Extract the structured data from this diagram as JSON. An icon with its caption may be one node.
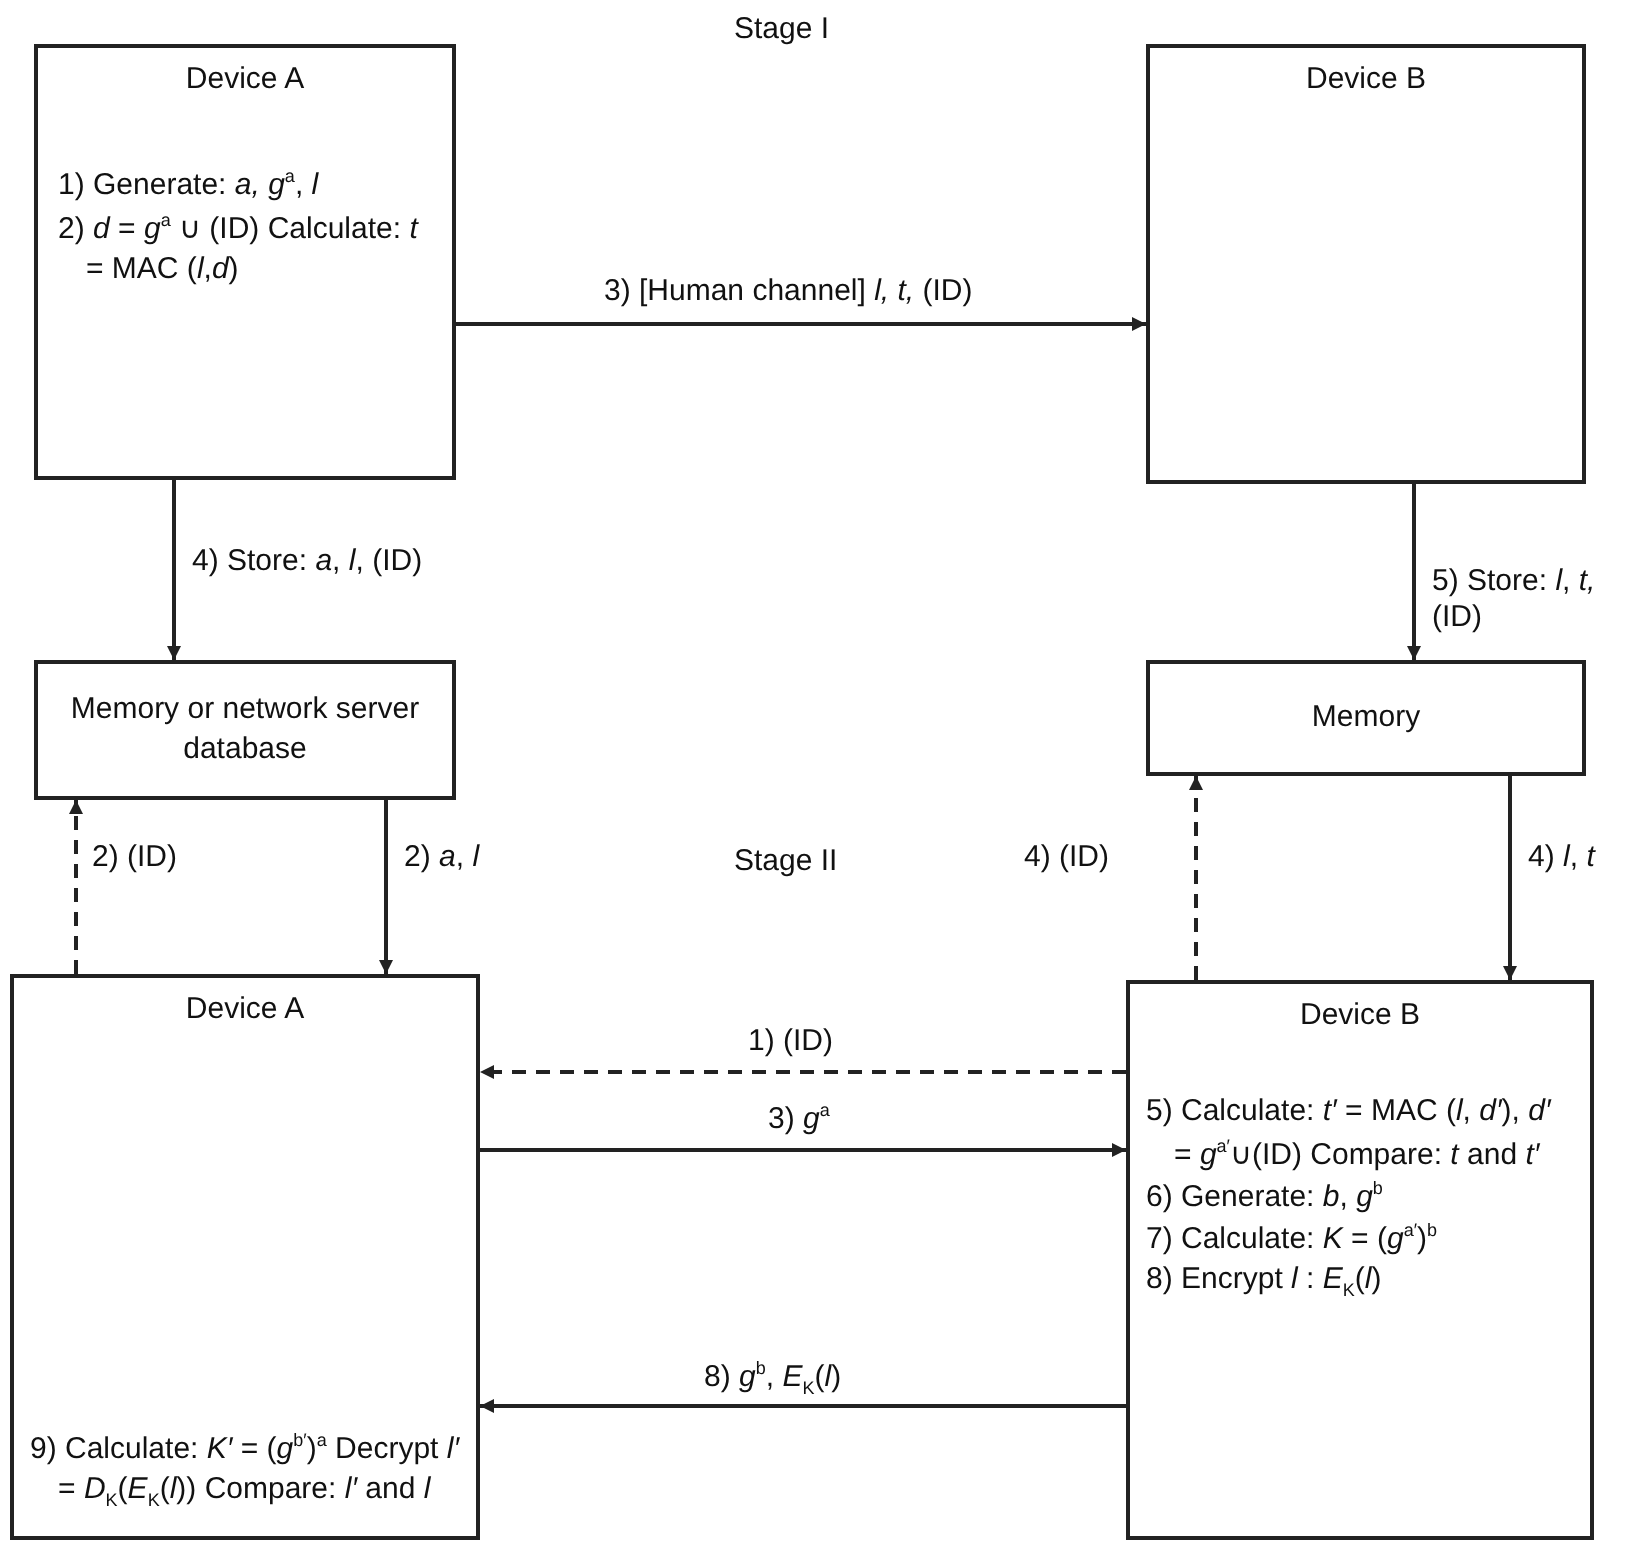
{
  "diagram": {
    "nodes": [
      {
        "text": [
          "Device A",
          "1) Generate: *a, g*$^{a}$, *l*",
          "2) *d* = *g*$^{a}$ ∪ (ID) Calculate: *t* = MAC (*l*,*d*)"
        ]
      },
      {
        "text": [
          "Device B"
        ]
      },
      {
        "text": [
          "Memory or network server database"
        ]
      },
      {
        "text": [
          "Memory"
        ]
      },
      {
        "text": [
          "Device A",
          "9) Calculate: *K′* = (*g*$^{b′}$)$^{a}$ Decrypt *l′* = *D*$_{K}$(*E*$_{K}$(*l*)) Compare: *l′* and *l*"
        ]
      },
      {
        "text": [
          "Device B",
          "5) Calculate: *t′* = MAC (*l*, *d′*), *d′* = *g*$^{a′}$∪(ID) Compare: *t* and *t′*",
          "6) Generate: *b*, *g*$^{b}$",
          "7) Calculate: *K* = (*g*$^{a′}$)$^{b}$",
          "8) Encrypt *l* : *E*$_{K}$(*l*)"
        ]
      }
    ],
    "edges": [
      {
        "from": 0,
        "to": 1,
        "arrow": "to",
        "label": "3) [Human channel] *l, t,* (ID)"
      },
      {
        "from": 0,
        "to": 2,
        "arrow": "to",
        "label": "4) Store: *a*, *l*, (ID)"
      },
      {
        "from": 1,
        "to": 3,
        "arrow": "to",
        "label": "5) Store: *l*, *t,* (ID)"
      },
      {
        "from": 4,
        "to": 2,
        "arrow": "to",
        "label": "2) (ID)",
        "style": "dashed"
      },
      {
        "from": 2,
        "to": 4,
        "arrow": "to",
        "label": "2) *a*, *l*"
      },
      {
        "from": 5,
        "to": 3,
        "arrow": "to",
        "label": "4) (ID)",
        "style": "dashed"
      },
      {
        "from": 3,
        "to": 5,
        "arrow": "to",
        "label": "4) *l*, *t*"
      },
      {
        "from": 5,
        "to": 4,
        "arrow": "to",
        "label": "1) (ID)",
        "style": "dashed"
      },
      {
        "from": 4,
        "to": 5,
        "arrow": "to",
        "label": "3) *g*$^{a}$"
      },
      {
        "from": 5,
        "to": 4,
        "arrow": "to",
        "label": "8) *g*$^{b}$, *E*$_{K}$(*l*)"
      }
    ],
    "labels": [
      "Stage I",
      "Stage II"
    ]
  }
}
